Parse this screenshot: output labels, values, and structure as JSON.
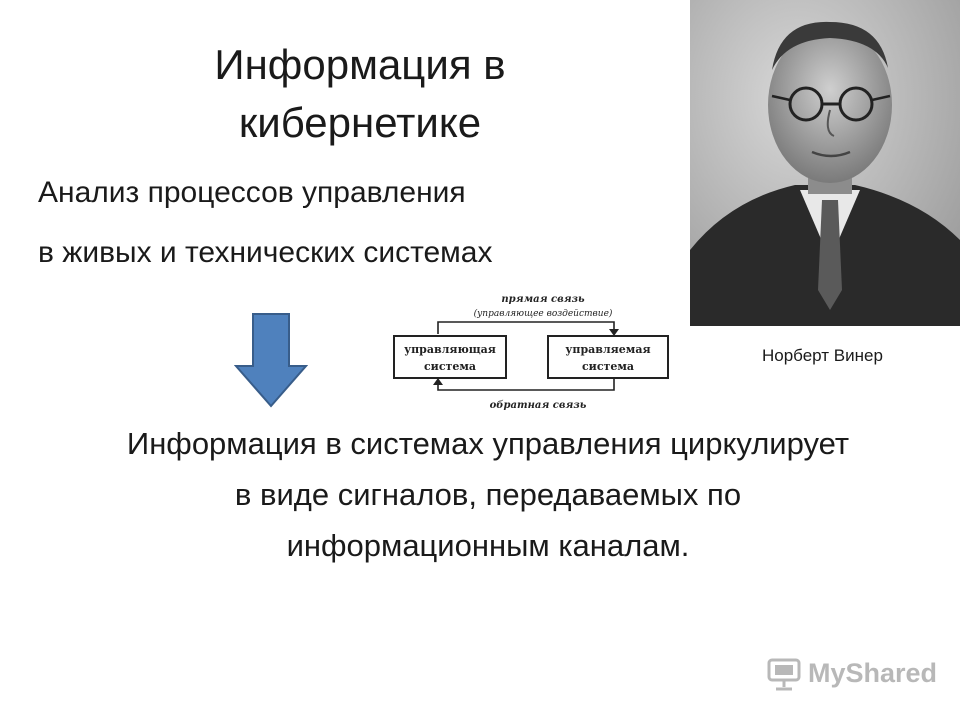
{
  "title": {
    "line1": "Информация в",
    "line2": "кибернетике"
  },
  "subtitle": {
    "line1": "Анализ процессов управления",
    "line2": "в живых и технических системах"
  },
  "diagram": {
    "top_label": "прямая связь",
    "top_sublabel": "(управляющее воздействие)",
    "left_box": {
      "line1": "управляющая",
      "line2": "система"
    },
    "right_box": {
      "line1": "управляемая",
      "line2": "система"
    },
    "bottom_label": "обратная связь"
  },
  "caption": "Норберт Винер",
  "main_text": {
    "line1": "Информация в системах управления циркулирует",
    "line2": "в виде сигналов, передаваемых по",
    "line3": "информационным каналам."
  },
  "logo": {
    "text": "MyShared"
  },
  "colors": {
    "arrow_fill": "#4f81bd",
    "arrow_stroke": "#385d8a",
    "text": "#1a1a1a",
    "logo_gray": "#b8b8b8"
  },
  "icons": {
    "arrow": "down-arrow-icon",
    "logo": "myshared-logo-icon"
  }
}
